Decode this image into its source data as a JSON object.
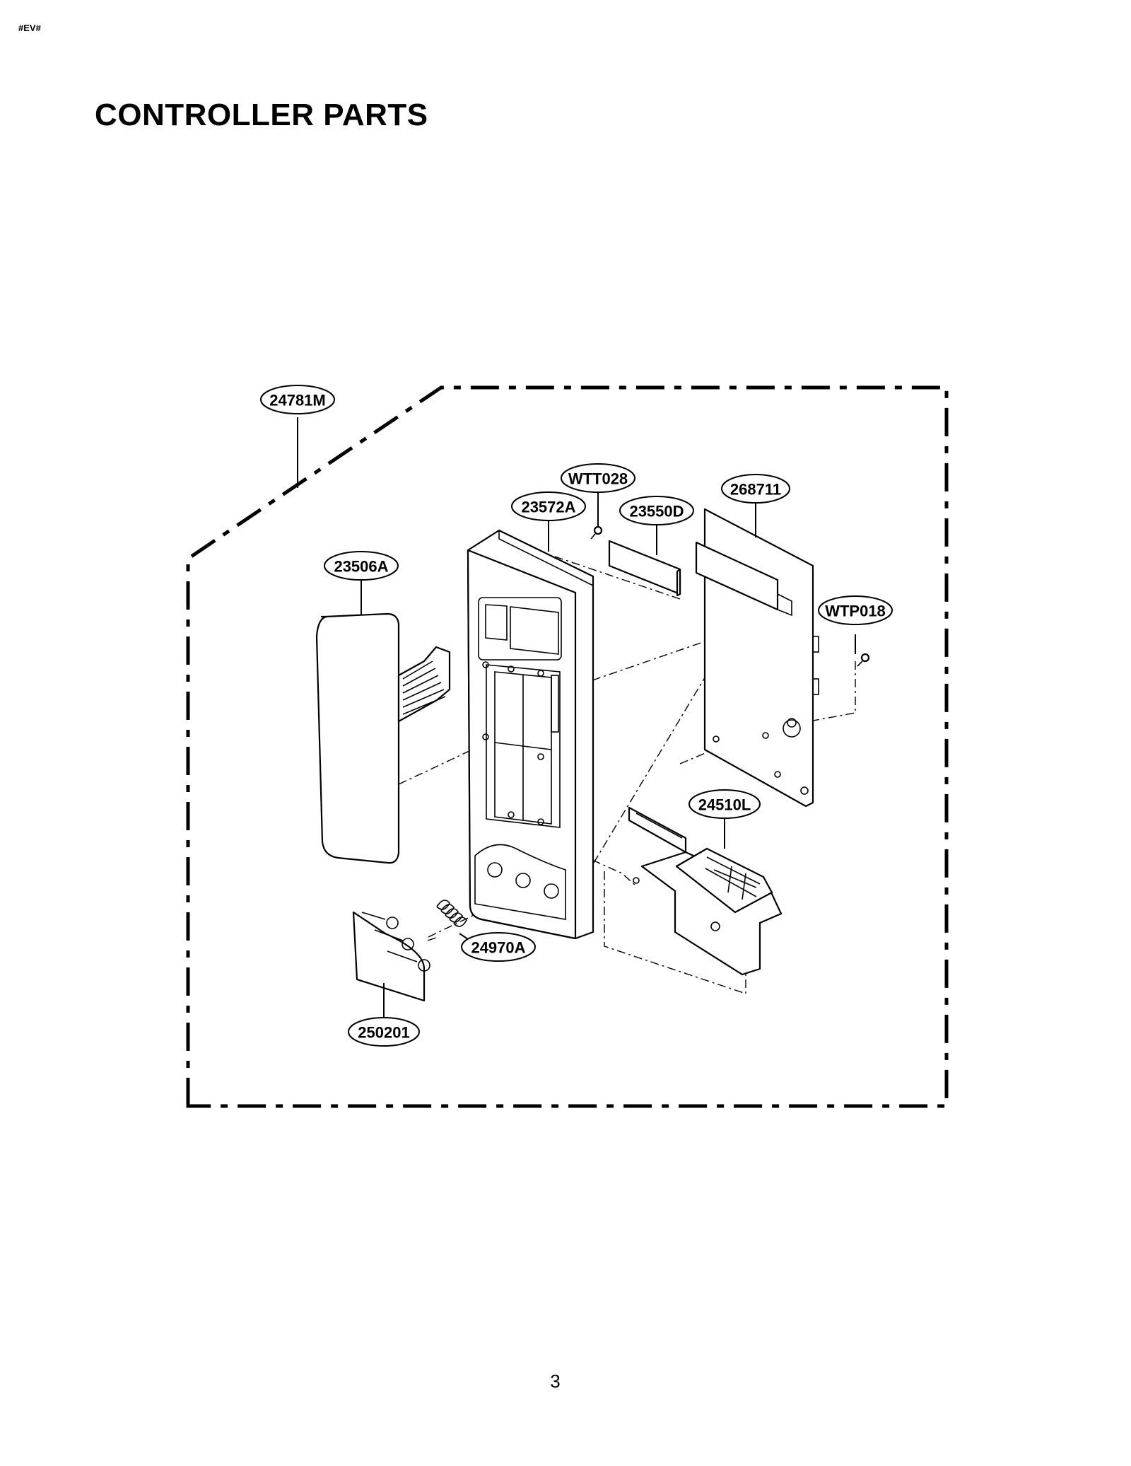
{
  "header": {
    "doc_code": "#EV#"
  },
  "title": "CONTROLLER PARTS",
  "page_number": "3",
  "parts": {
    "assembly": "24781M",
    "front_panel": "23506A",
    "control_panel": "23572A",
    "screw_top": "WTT028",
    "display_window": "23550D",
    "pcb": "268711",
    "screw_pcb": "WTP018",
    "latch_bracket": "24510L",
    "spring": "24970A",
    "door_button": "250201"
  }
}
